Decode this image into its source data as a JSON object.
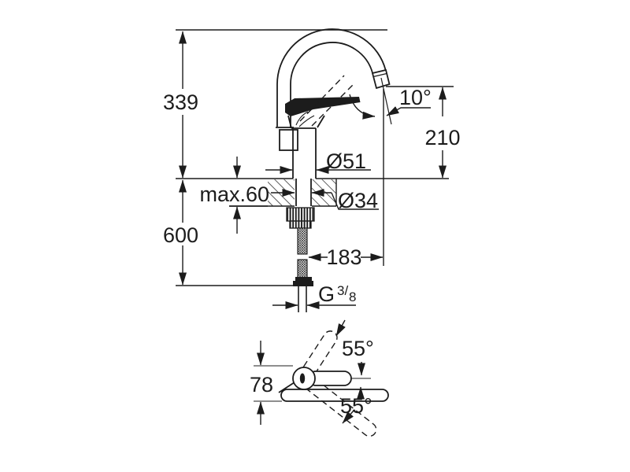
{
  "drawing": {
    "type": "technical-dimension-drawing",
    "subject": "single-lever kitchen faucet with high arc swivel spout, side view and top view",
    "line_color": "#1c1c1c",
    "background": "#ffffff",
    "side_view": {
      "total_height": "339",
      "spout_angle": "10°",
      "outlet_height": "210",
      "body_diameter": "Ø51",
      "max_deck_thickness": "max.60",
      "hole_diameter": "Ø34",
      "hose_length": "600",
      "spout_projection": "183",
      "thread_prefix": "G",
      "thread_numerator": "3/",
      "thread_denominator": "8"
    },
    "top_view": {
      "handle_swing_upper": "55°",
      "body_depth": "78",
      "handle_swing_lower": "55°"
    }
  }
}
